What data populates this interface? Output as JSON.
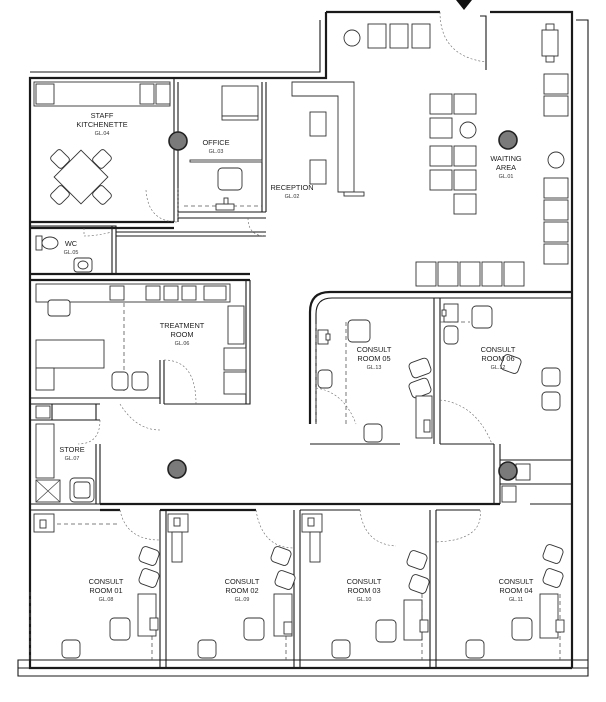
{
  "rooms": {
    "staff_kitchenette": {
      "line1": "STAFF",
      "line2": "KITCHENETTE",
      "code": "GL.04"
    },
    "office": {
      "line1": "OFFICE",
      "code": "GL.03"
    },
    "reception": {
      "line1": "RECEPTION",
      "code": "GL.02"
    },
    "waiting_area": {
      "line1": "WAITING",
      "line2": "AREA",
      "code": "GL.01"
    },
    "wc": {
      "line1": "WC",
      "code": "GL.05"
    },
    "treatment_room": {
      "line1": "TREATMENT",
      "line2": "ROOM",
      "code": "GL.06"
    },
    "consult_05": {
      "line1": "CONSULT",
      "line2": "ROOM 05",
      "code": "GL.13"
    },
    "consult_06": {
      "line1": "CONSULT",
      "line2": "ROOM 06",
      "code": "GL.12"
    },
    "store": {
      "line1": "STORE",
      "code": "GL.07"
    },
    "consult_01": {
      "line1": "CONSULT",
      "line2": "ROOM 01",
      "code": "GL.08"
    },
    "consult_02": {
      "line1": "CONSULT",
      "line2": "ROOM 02",
      "code": "GL.09"
    },
    "consult_03": {
      "line1": "CONSULT",
      "line2": "ROOM 03",
      "code": "GL.10"
    },
    "consult_04": {
      "line1": "CONSULT",
      "line2": "ROOM 04",
      "code": "GL.11"
    }
  },
  "colors": {
    "wall": "#1a1a1a",
    "marker": "#7a7a7a"
  }
}
